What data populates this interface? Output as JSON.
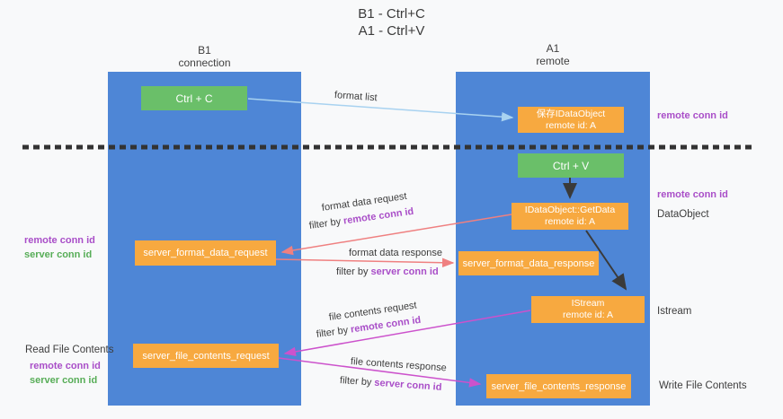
{
  "title": {
    "line1": "B1 - Ctrl+C",
    "line2": "A1 - Ctrl+V"
  },
  "lanes": {
    "left": {
      "header": "B1\nconnection"
    },
    "right": {
      "header": "A1\nremote"
    }
  },
  "boxes": {
    "ctrl_c": {
      "label": "Ctrl + C"
    },
    "store_dataobject": {
      "label": "保存IDataObject\nremote id: A"
    },
    "ctrl_v": {
      "label": "Ctrl + V"
    },
    "getdata": {
      "label": "IDataObject::GetData\nremote id: A"
    },
    "format_request": {
      "label": "server_format_data_request"
    },
    "format_response": {
      "label": "server_format_data_response"
    },
    "istream": {
      "label": "IStream\nremote id: A"
    },
    "file_request": {
      "label": "server_file_contents_request"
    },
    "file_response": {
      "label": "server_file_contents_response"
    }
  },
  "arrows": {
    "format_list": {
      "label": "format list"
    },
    "format_data_request": {
      "label": "format data request",
      "filter_prefix": "filter by",
      "filter_id": "remote conn id"
    },
    "format_data_response": {
      "label": "format data response",
      "filter_prefix": "filter by",
      "filter_id": "server conn id"
    },
    "file_contents_request": {
      "label": "file contents request",
      "filter_prefix": "filter by",
      "filter_id": "remote conn id"
    },
    "file_contents_response": {
      "label": "file contents response",
      "filter_prefix": "filter by",
      "filter_id": "server conn id"
    }
  },
  "annotations": {
    "right_remote_conn_top": "remote conn id",
    "right_remote_conn_mid": "remote conn id",
    "dataobject": "DataObject",
    "istream": "Istream",
    "write_file_contents": "Write File Contents",
    "left_remote_conn_top": "remote conn id",
    "left_server_conn_top": "server conn id",
    "read_file_contents": "Read File Contents",
    "left_remote_conn_bottom": "remote conn id",
    "left_server_conn_bottom": "server conn id"
  },
  "colors": {
    "lane_blue": "#4e86d6",
    "box_orange": "#f7a940",
    "box_green": "#6abf69",
    "arrow_light_blue": "#a8d2f0",
    "arrow_salmon": "#ef8080",
    "arrow_magenta": "#cc52cc",
    "arrow_black": "#3a3a3a",
    "label_purple": "#a94ec8",
    "label_green": "#57ad57",
    "divider_black": "#333333",
    "background": "#f8f9fa"
  }
}
